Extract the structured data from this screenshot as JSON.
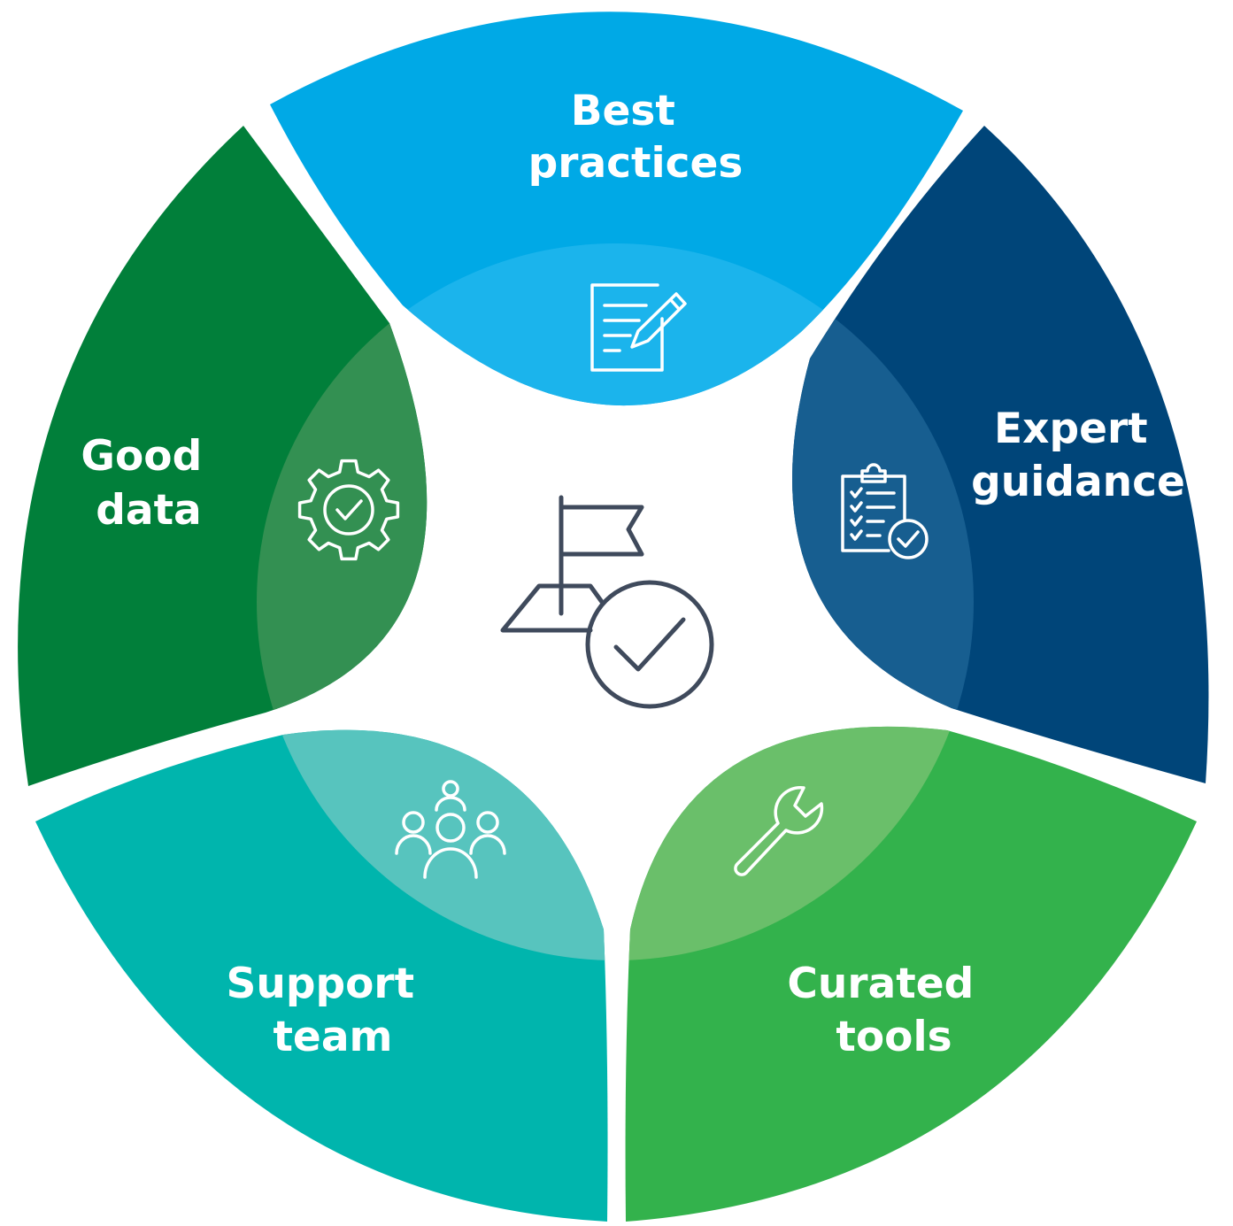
{
  "center": {
    "icon": "flag-check-icon"
  },
  "segments": [
    {
      "id": "best-practices",
      "label_lines": [
        "Best",
        "practices"
      ],
      "icon": "document-pencil-icon",
      "color": "#00a9e6",
      "inner_color": "#1bb4ec"
    },
    {
      "id": "expert-guidance",
      "label_lines": [
        "Expert",
        "guidance"
      ],
      "icon": "clipboard-check-icon",
      "color": "#004579",
      "inner_color": "#175e90"
    },
    {
      "id": "curated-tools",
      "label_lines": [
        "Curated",
        "tools"
      ],
      "icon": "wrench-icon",
      "color": "#33b24c",
      "inner_color": "#6abf6a"
    },
    {
      "id": "support-team",
      "label_lines": [
        "Support",
        "team"
      ],
      "icon": "team-people-icon",
      "color": "#00b5ad",
      "inner_color": "#57c4be"
    },
    {
      "id": "good-data",
      "label_lines": [
        "Good",
        "data"
      ],
      "icon": "gear-check-icon",
      "color": "#017f3a",
      "inner_color": "#339052"
    }
  ]
}
